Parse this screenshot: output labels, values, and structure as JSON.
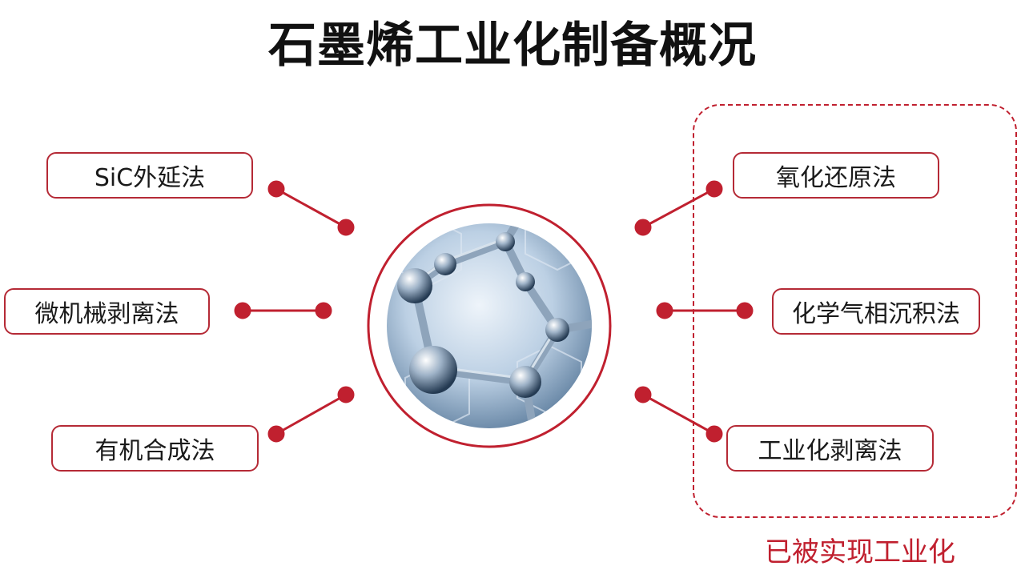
{
  "title": "石墨烯工业化制备概况",
  "left_methods": [
    "SiC外延法",
    "微机械剥离法",
    "有机合成法"
  ],
  "right_methods": [
    "氧化还原法",
    "化学气相沉积法",
    "工业化剥离法"
  ],
  "industrialized_caption": "已被实现工业化",
  "colors": {
    "accent": "#c0202f",
    "border": "#b52a36",
    "title": "#111111"
  },
  "center_image": "graphene-molecule-icon"
}
